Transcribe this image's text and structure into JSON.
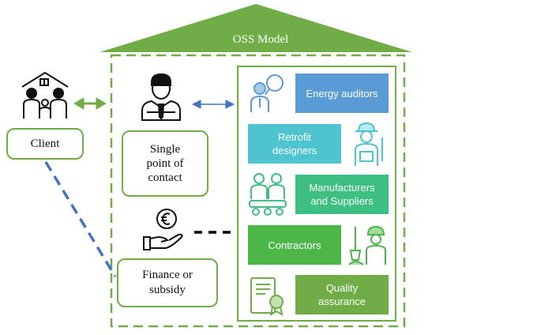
{
  "model_title": "OSS Model",
  "client": {
    "label": "Client"
  },
  "contact": {
    "label_lines": [
      "Single",
      "point of",
      "contact"
    ]
  },
  "finance": {
    "label_lines": [
      "Finance or",
      "subsidy"
    ]
  },
  "roles": [
    {
      "label_lines": [
        "Energy auditors"
      ],
      "color": "#5b9bd5"
    },
    {
      "label_lines": [
        "Retrofit",
        "designers"
      ],
      "color": "#4dc4cf"
    },
    {
      "label_lines": [
        "Manufacturers",
        "and Suppliers"
      ],
      "color": "#3cbf80"
    },
    {
      "label_lines": [
        "Contractors"
      ],
      "color": "#4cb748"
    },
    {
      "label_lines": [
        "Quality",
        "assurance"
      ],
      "color": "#70ad47"
    }
  ],
  "colors": {
    "green": "#70ad47",
    "blue": "#4472c4",
    "black": "#000000"
  },
  "icons": [
    "house-family-icon",
    "businessman-icon",
    "euro-hand-icon",
    "auditor-magnifier-icon",
    "designer-worker-icon",
    "factory-workers-icon",
    "contractor-shovel-icon",
    "certificate-icon"
  ]
}
